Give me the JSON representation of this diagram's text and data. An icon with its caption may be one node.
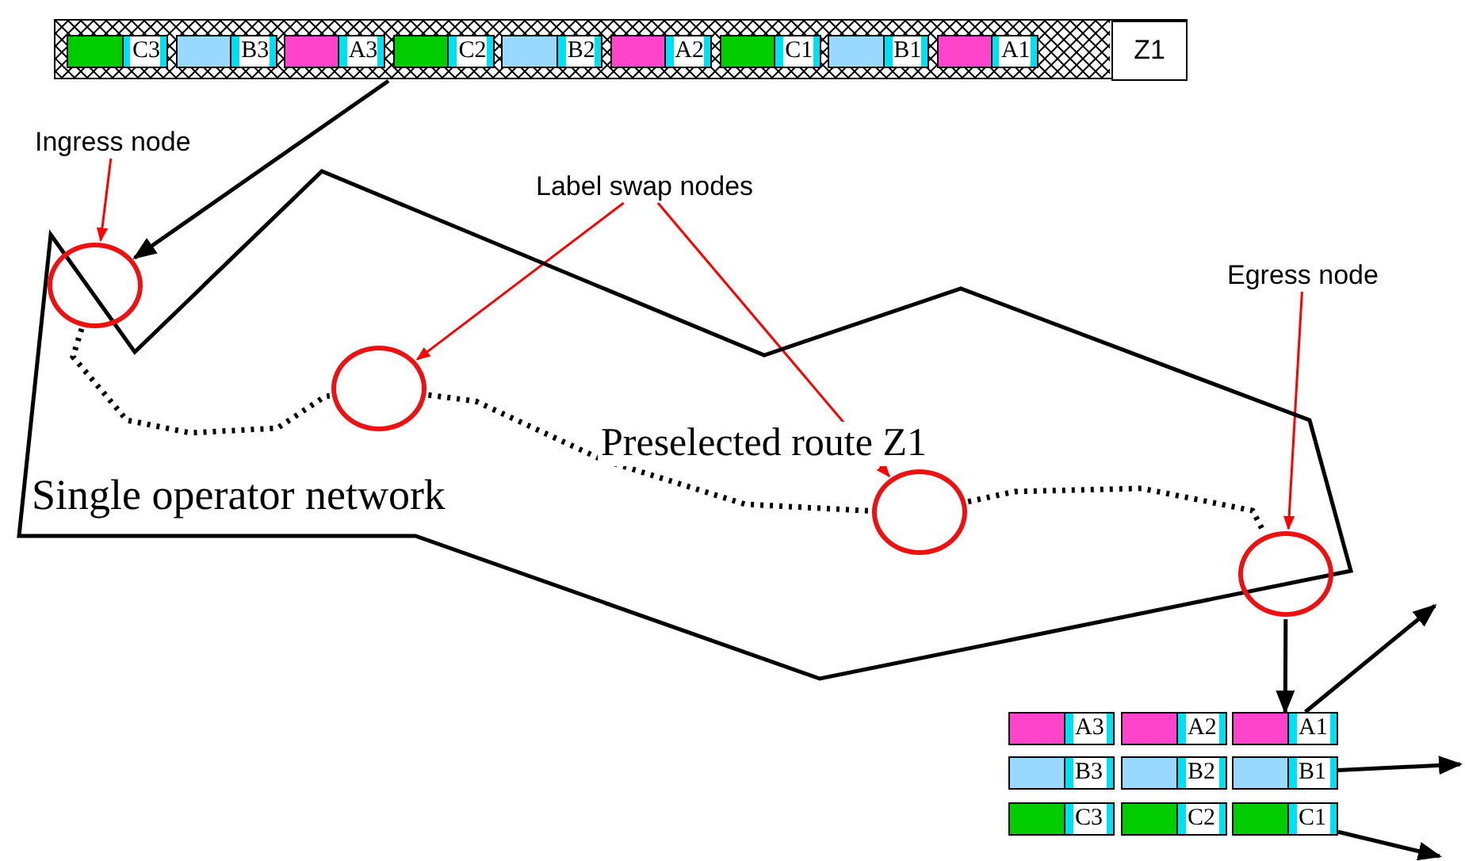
{
  "diagram": {
    "nodes": [
      {
        "text": [],
        "shape": "bar"
      },
      {
        "text": [
          "C3"
        ],
        "in": 0
      },
      {
        "text": [
          "B3"
        ],
        "in": 0
      },
      {
        "text": [
          "A3"
        ],
        "in": 0
      },
      {
        "text": [
          "C2"
        ],
        "in": 0
      },
      {
        "text": [
          "B2"
        ],
        "in": 0
      },
      {
        "text": [
          "A2"
        ],
        "in": 0
      },
      {
        "text": [
          "C1"
        ],
        "in": 0
      },
      {
        "text": [
          "B1"
        ],
        "in": 0
      },
      {
        "text": [
          "A1"
        ],
        "in": 0
      },
      {
        "text": [
          "Z1"
        ],
        "in": 0
      },
      {
        "text": [
          "Single operator network"
        ]
      },
      {
        "text": [
          "Ingress node"
        ]
      },
      {
        "text": [],
        "shape": "circle"
      },
      {
        "text": [
          "Label swap nodes"
        ]
      },
      {
        "text": [],
        "shape": "circle",
        "in": 11
      },
      {
        "text": [],
        "shape": "circle",
        "in": 11
      },
      {
        "text": [
          "Egress node"
        ]
      },
      {
        "text": [],
        "shape": "circle",
        "in": 11
      },
      {
        "text": [
          "A3"
        ]
      },
      {
        "text": [
          "A2"
        ]
      },
      {
        "text": [
          "A1"
        ]
      },
      {
        "text": [
          "B3"
        ]
      },
      {
        "text": [
          "B2"
        ]
      },
      {
        "text": [
          "B1"
        ]
      },
      {
        "text": [
          "C3"
        ]
      },
      {
        "text": [
          "C2"
        ]
      },
      {
        "text": [
          "C1"
        ]
      }
    ],
    "edges": [
      {
        "from": 0,
        "to": 13,
        "arrow": "to"
      },
      {
        "from": 12,
        "to": 13,
        "arrow": "to",
        "color": "#ff0000"
      },
      {
        "from": 14,
        "to": 15,
        "arrow": "to",
        "color": "#ff0000"
      },
      {
        "from": 14,
        "to": 16,
        "arrow": "to",
        "color": "#ff0000"
      },
      {
        "from": 17,
        "to": 18,
        "arrow": "to",
        "color": "#ff0000"
      },
      {
        "from": 13,
        "to": 15,
        "arrow": "none",
        "style": "dashed"
      },
      {
        "from": 15,
        "to": 16,
        "arrow": "none",
        "style": "dashed",
        "label": "Preselected route Z1"
      },
      {
        "from": 16,
        "to": 18,
        "arrow": "none",
        "style": "dashed"
      },
      {
        "from": 18,
        "to": 21,
        "arrow": "to"
      },
      {
        "from": 21,
        "to": null,
        "arrow": "to"
      },
      {
        "from": 24,
        "to": null,
        "arrow": "to"
      },
      {
        "from": 27,
        "to": null,
        "arrow": "to"
      }
    ]
  }
}
